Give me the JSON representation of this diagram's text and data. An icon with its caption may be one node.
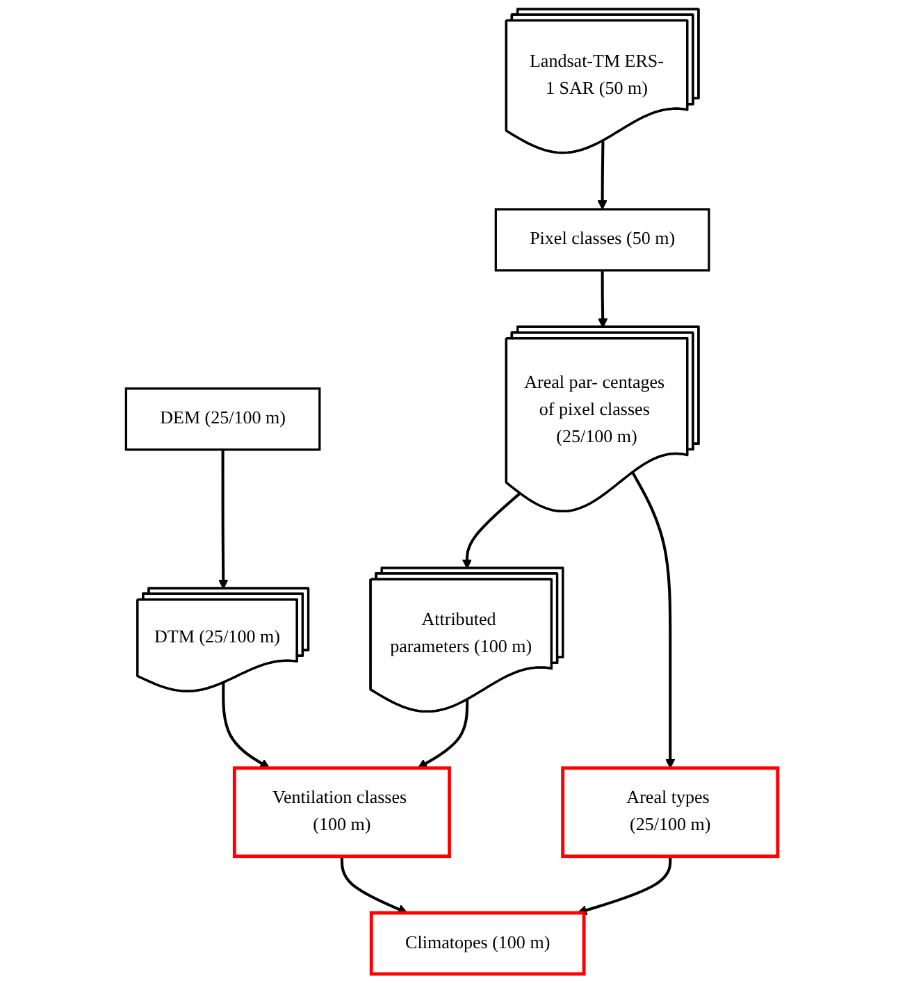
{
  "diagram": {
    "nodes": [
      {
        "text": [
          "DTM (25/100 m)"
        ]
      },
      {
        "text": [
          "DEM (25/100 m)"
        ]
      },
      {
        "text": [
          "Pixel classes (50 m)"
        ]
      },
      {
        "text": [
          "Landsat-TM ERS-1 SAR (50 m)"
        ]
      },
      {
        "text": [
          "Ventilation classes (100 m)"
        ]
      },
      {
        "text": [
          "Attributed parameters (100 m)"
        ]
      },
      {
        "text": [
          "Areal par- centages of pixel classes (25/100 m)"
        ]
      },
      {
        "text": [
          "Areal types (25/100 m)"
        ]
      },
      {
        "text": [
          "Climatopes (100 m)"
        ]
      }
    ],
    "edges": [
      {
        "from": 1,
        "to": 0,
        "arrow": "to"
      },
      {
        "from": 3,
        "to": 2,
        "arrow": "to"
      },
      {
        "from": 0,
        "to": 4,
        "arrow": "to"
      },
      {
        "from": 2,
        "to": 6,
        "arrow": "to"
      },
      {
        "from": 6,
        "to": 5,
        "arrow": "to"
      },
      {
        "from": 5,
        "to": 4,
        "arrow": "to"
      },
      {
        "from": 6,
        "to": 7,
        "arrow": "to"
      },
      {
        "from": 4,
        "to": 8,
        "arrow": "to"
      },
      {
        "from": 7,
        "to": 8,
        "arrow": "to"
      }
    ]
  }
}
